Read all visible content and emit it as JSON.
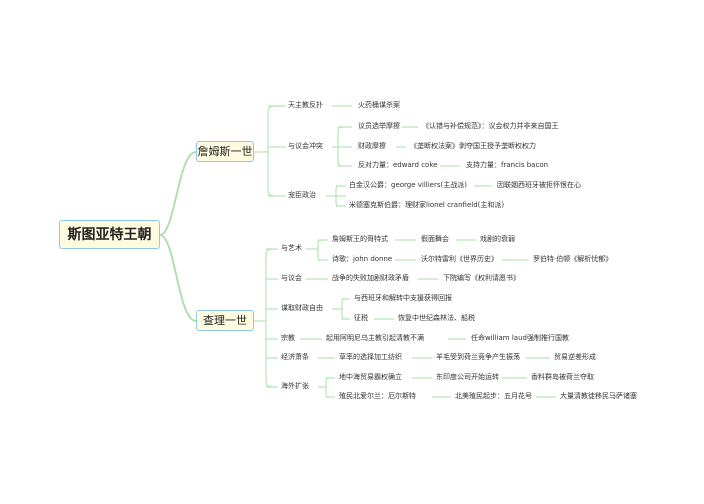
{
  "root": "斯图亚特王朝",
  "colors": {
    "branch": "#a8dfa8",
    "node_border": "#8ec9e8",
    "node_fill": "#fffbe0"
  },
  "james": {
    "label": "詹姆斯一世",
    "topics": [
      {
        "label": "天主教反扑",
        "items": [
          [
            "火药桶谋杀案"
          ]
        ]
      },
      {
        "label": "与议会冲突",
        "items": [
          [
            "议员选举摩擦",
            "《认错与补偿规范》：议会权力并非来自国王"
          ],
          [
            "财政摩擦",
            "《垄断权法案》剥夺国王授予垄断权权力"
          ],
          [
            "反对力量：edward coke",
            "支持力量：francis bacon"
          ]
        ]
      },
      {
        "label": "宠臣政治",
        "items": [
          [
            "白金汉公爵：george villiers(主战派)",
            "因联姻西班牙被拒怀恨在心"
          ],
          [
            "米德塞克斯伯爵：理财家lionel cranfield(主和派)"
          ]
        ]
      }
    ]
  },
  "charles": {
    "label": "查理一世",
    "topics": [
      {
        "label": "与艺术",
        "items": [
          [
            "詹姆斯王的哥特式",
            "假面舞会",
            "戏剧的衰弱"
          ],
          [
            "诗歌：john donne",
            "沃尔特雷利《世界历史》",
            "罗伯特·伯顿《解析忧郁》"
          ]
        ]
      },
      {
        "label": "与议会",
        "items": [
          [
            "战争的失败加剧财政矛盾",
            "下院编写《权利请愿书》"
          ]
        ]
      },
      {
        "label": "谋取财政自由",
        "items": [
          [
            "与西班牙和解转中支援获得回报"
          ],
          [
            "征税",
            "恢复中世纪森林法、船税"
          ]
        ]
      },
      {
        "label": "宗教",
        "items": [
          [
            "起用阿明尼乌主教引起清教不满",
            "任命william laud强制推行国教"
          ]
        ]
      },
      {
        "label": "经济萧条",
        "items": [
          [
            "草率的选择加工纺织",
            "羊毛受到荷兰竞争产生振荡",
            "贸易逆差形成"
          ]
        ]
      },
      {
        "label": "海外扩张",
        "items": [
          [
            "地中海贸易霸权确立",
            "东印度公司开始运转",
            "香料群岛被荷兰夺取"
          ],
          [
            "殖民北爱尔兰：厄尔斯特",
            "北美殖民起步：五月花号",
            "大量清教徒移民马萨诸塞"
          ]
        ]
      }
    ]
  }
}
